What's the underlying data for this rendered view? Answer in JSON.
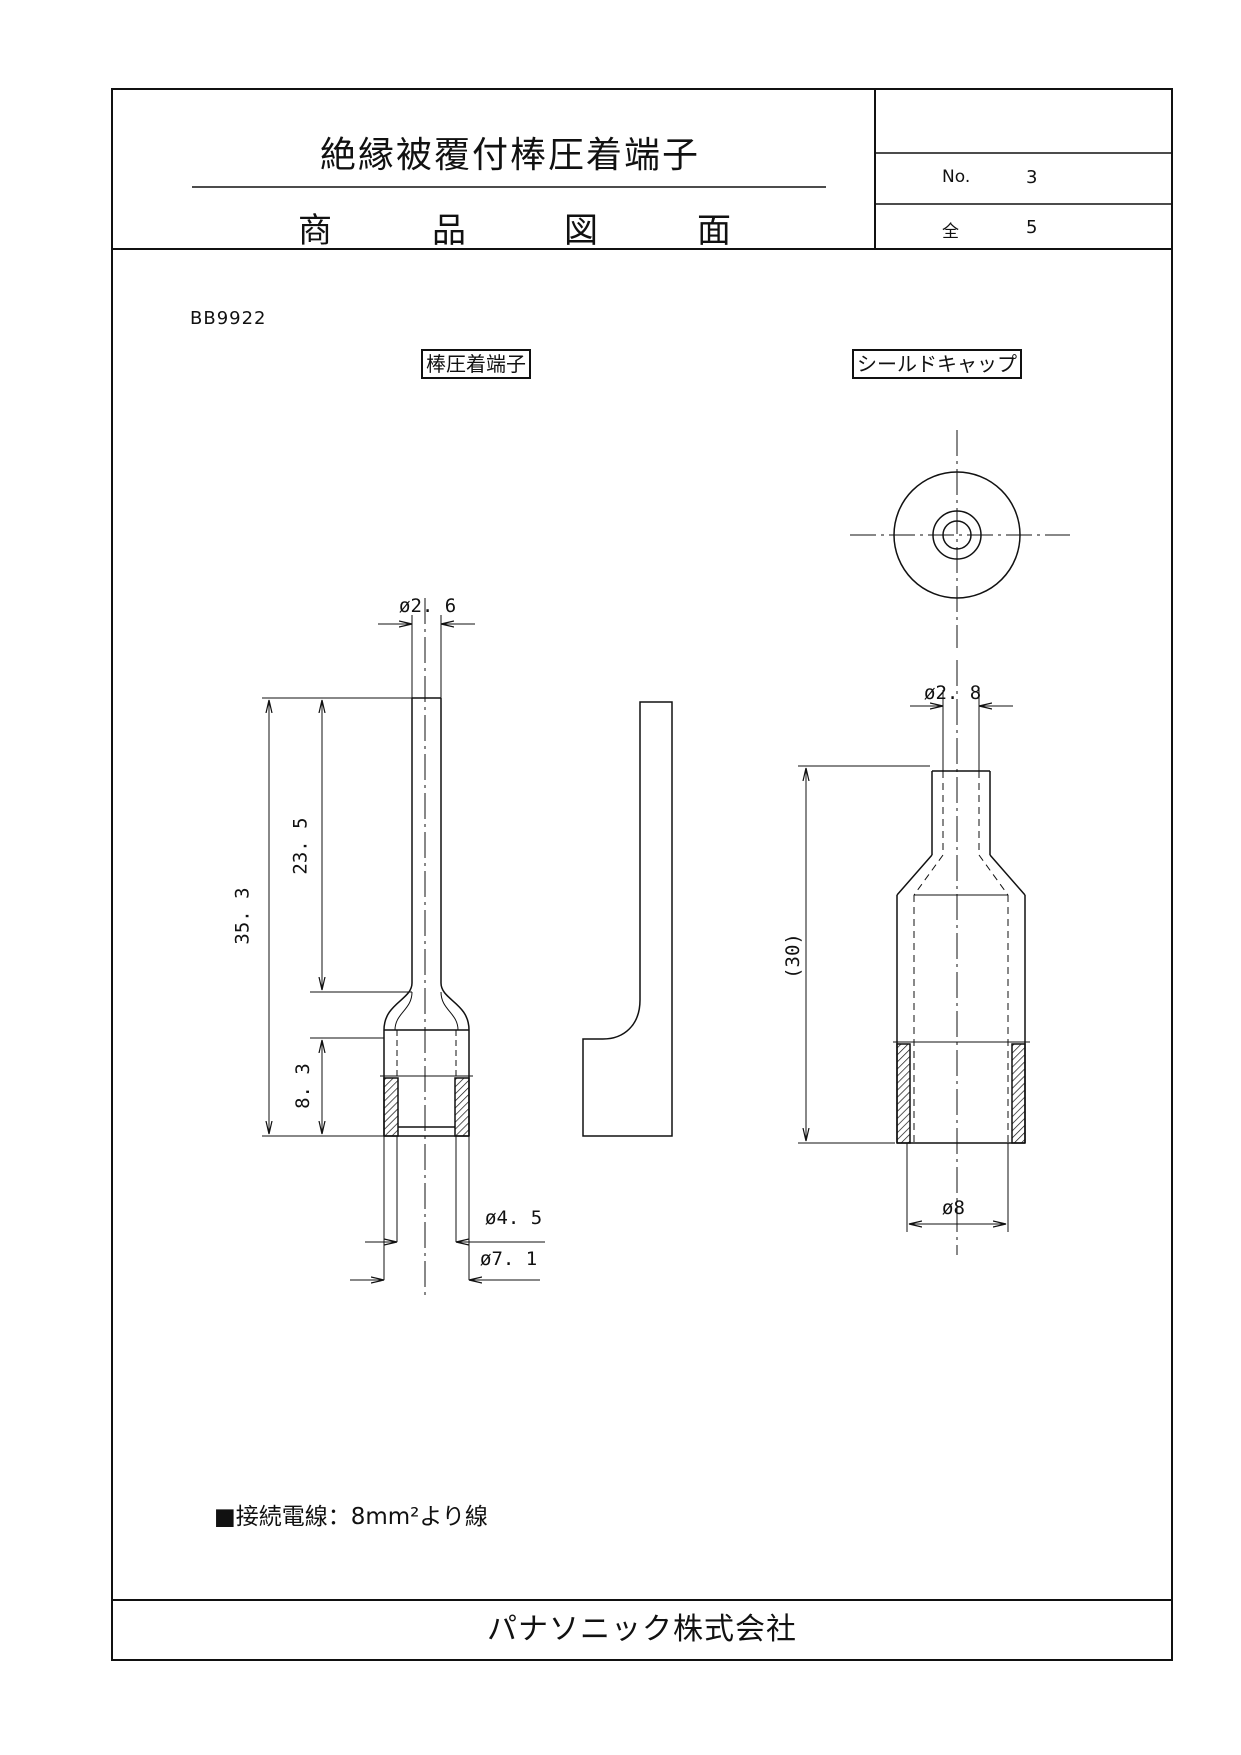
{
  "header": {
    "title": "絶縁被覆付棒圧着端子",
    "subtitle_chars": [
      "商",
      "品",
      "図",
      "面"
    ],
    "no_label": "No.",
    "no_value": "3",
    "total_label": "全",
    "total_value": "5"
  },
  "model": "BB9922",
  "views": {
    "left_label": "棒圧着端子",
    "right_label": "シールドキャップ"
  },
  "dimensions": {
    "tip_diameter": "ø2. 6",
    "total_length": "35. 3",
    "pin_length": "23. 5",
    "barrel_length": "8. 3",
    "inner_diameter": "ø4. 5",
    "outer_diameter": "ø7. 1",
    "cap_tip_diameter": "ø2. 8",
    "cap_length": "(30)",
    "cap_diameter": "ø8"
  },
  "note": "■接続電線：8mm²より線",
  "footer": "パナソニック株式会社"
}
